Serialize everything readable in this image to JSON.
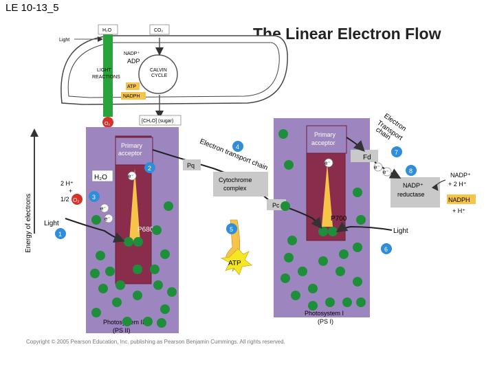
{
  "slide": {
    "id": "LE 10-13_5",
    "title": "The Linear Electron Flow",
    "copyright": "Copyright © 2005 Pearson Education, Inc. publishing as Pearson Benjamin Cummings. All rights reserved."
  },
  "overview": {
    "h2o": "H₂O",
    "co2": "CO₂",
    "light": "Light",
    "nadp": "NADP⁺",
    "adp": "ADP",
    "light_reactions_1": "LIGHT",
    "light_reactions_2": "REACTIONS",
    "calvin_1": "CALVIN",
    "calvin_2": "CYCLE",
    "atp": "ATP",
    "nadph": "NADPH",
    "o2": "O₂",
    "sugar": "[CH₂O] (sugar)"
  },
  "axis": {
    "label": "Energy of electrons"
  },
  "ps2": {
    "acceptor_1": "Primary",
    "acceptor_2": "acceptor",
    "water": "H₂O",
    "two_h": "2 H⁺",
    "plus": "+",
    "half": "1/2",
    "o2": "O₂",
    "light": "Light",
    "reaction_center": "P680",
    "name_1": "Photosystem II",
    "name_2": "(PS II)"
  },
  "electrons": {
    "label": "e⁻"
  },
  "chain": {
    "label_1": "Electron transport chain",
    "label_2_line1": "Electron",
    "label_2_line2": "Transport",
    "label_2_line3": "chain",
    "pq": "Pq",
    "cytochrome_1": "Cytochrome",
    "cytochrome_2": "complex",
    "pc": "Pc",
    "atp": "ATP"
  },
  "ps1": {
    "acceptor_1": "Primary",
    "acceptor_2": "acceptor",
    "fd": "Fd",
    "reaction_center": "P700",
    "light": "Light",
    "name_1": "Photosystem I",
    "name_2": "(PS I)",
    "reductase_1": "NADP⁺",
    "reductase_2": "reductase",
    "nadp_in": "NADP⁺",
    "two_h_in": "+ 2 H⁺",
    "nadph_out": "NADPH",
    "h_out": "+ H⁺"
  },
  "steps": [
    "1",
    "2",
    "3",
    "4",
    "5",
    "6",
    "7",
    "8"
  ],
  "colors": {
    "purple": "#9d86bf",
    "maroon": "#8a2d4c",
    "orange": "#f7c44a",
    "green": "#1f8e3a",
    "blue": "#2f8dd9",
    "red": "#d4332c",
    "grey_box": "#c9c9c9"
  }
}
